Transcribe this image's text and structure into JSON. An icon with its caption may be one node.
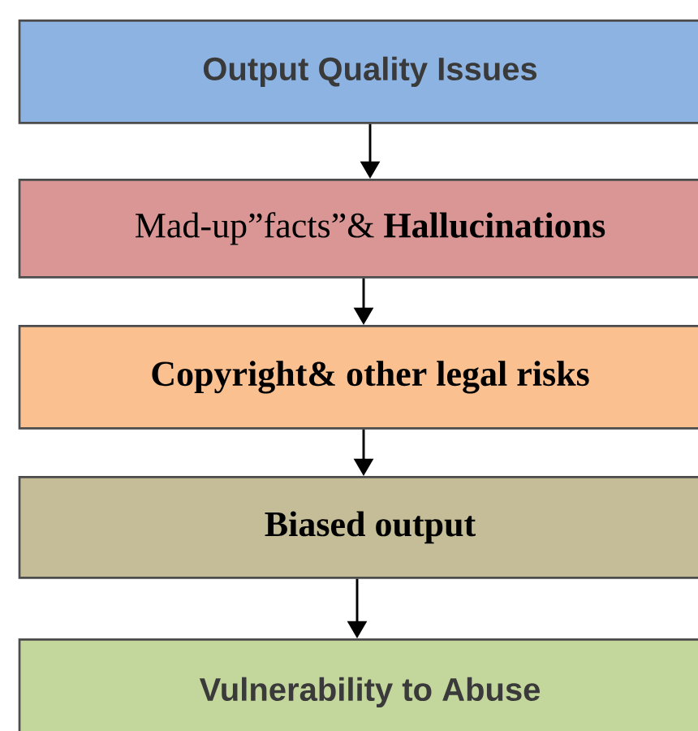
{
  "diagram": {
    "nodes": [
      {
        "text": [
          "Output Quality Issues"
        ]
      },
      {
        "text": [
          "Mad-up”facts”& **Hallucinations**"
        ]
      },
      {
        "text": [
          "**Copyright& other legal risks**"
        ]
      },
      {
        "text": [
          "**Biased output**"
        ]
      },
      {
        "text": [
          "Vulnerability to Abuse"
        ]
      }
    ],
    "edges": [
      {
        "from": 0,
        "to": 1,
        "arrow": "to"
      },
      {
        "from": 1,
        "to": 2,
        "arrow": "to"
      },
      {
        "from": 2,
        "to": 3,
        "arrow": "to"
      },
      {
        "from": 3,
        "to": 4,
        "arrow": "to"
      }
    ]
  }
}
